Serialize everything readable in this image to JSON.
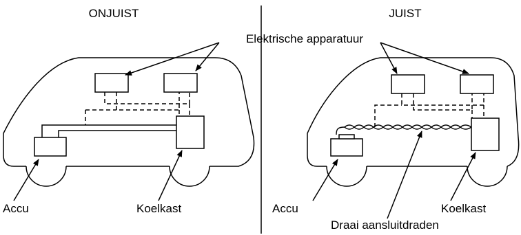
{
  "panels": {
    "wrong": {
      "title": "ONJUIST",
      "battery_label": "Accu",
      "fridge_label": "Koelkast"
    },
    "right": {
      "title": "JUIST",
      "battery_label": "Accu",
      "fridge_label": "Koelkast",
      "twist_label": "Draai aansluitdraden"
    }
  },
  "shared": {
    "appliances_label": "Elektrische apparatuur"
  },
  "colors": {
    "line": "#000000",
    "background": "#ffffff"
  }
}
